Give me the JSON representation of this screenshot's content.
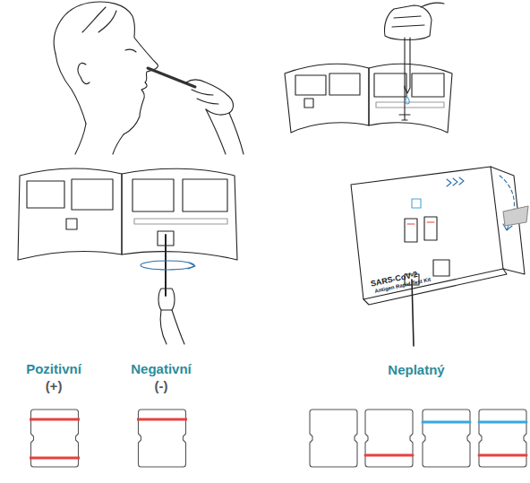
{
  "diagram": {
    "nodes": [
      {
        "text": [
          "Pozitivní",
          "(+)"
        ]
      },
      {
        "text": [
          "Negativní",
          "(-)"
        ]
      }
    ],
    "labels": [
      "Neplatný",
      "SARS-CoV-2",
      "Antigen Rapid Test Kit"
    ]
  }
}
